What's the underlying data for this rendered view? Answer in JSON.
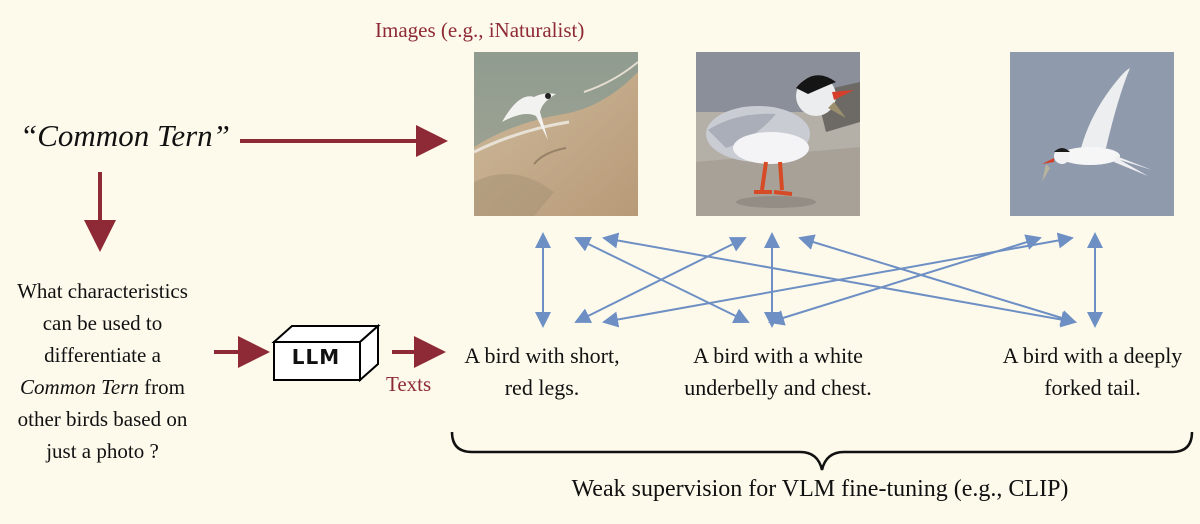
{
  "images_title": "Images (e.g., iNaturalist)",
  "species_label": "“Common Tern”",
  "question": {
    "line1": "What characteristics",
    "line2": "can be used to",
    "line3": "differentiate a",
    "line4_em": "Common Tern",
    "line4_rest": " from",
    "line5": "other birds based on",
    "line6": "just a photo ?"
  },
  "llm_label": "LLM",
  "texts_label": "Texts",
  "captions": [
    {
      "line1": "A bird with short,",
      "line2": "red legs."
    },
    {
      "line1": "A bird with a white",
      "line2": "underbelly and chest."
    },
    {
      "line1": "A bird with a deeply",
      "line2": "forked tail."
    }
  ],
  "supervision_label": "Weak supervision for VLM fine-tuning (e.g., CLIP)",
  "photos": [
    {
      "name": "tern-flying-over-beach"
    },
    {
      "name": "tern-standing-with-fish"
    },
    {
      "name": "tern-flying-with-fish"
    }
  ],
  "colors": {
    "background": "#fdfaec",
    "accent": "#8e2a35",
    "connector": "#6d8fc4"
  }
}
